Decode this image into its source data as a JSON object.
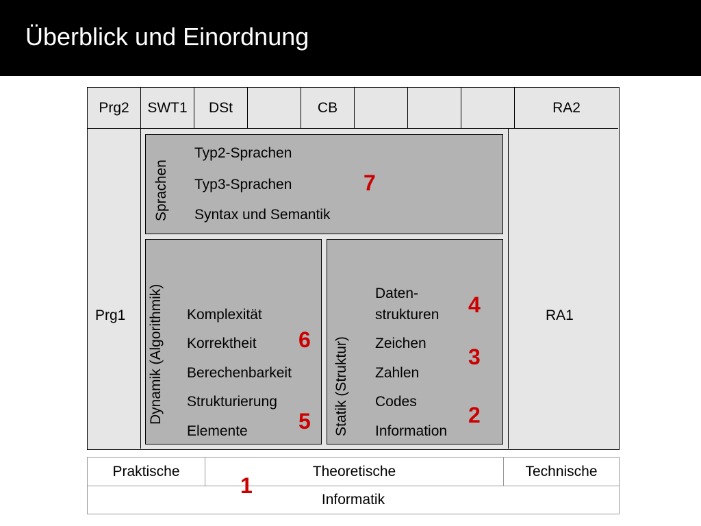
{
  "title": "Überblick und Einordnung",
  "top_row": [
    "Prg2",
    "SWT1",
    "DSt",
    "",
    "CB",
    "",
    "",
    "",
    "RA2"
  ],
  "left_column": "Prg1",
  "right_column": "RA1",
  "sprachen": {
    "label": "Sprachen",
    "items": [
      "Typ2-Sprachen",
      "Typ3-Sprachen",
      "Syntax und Semantik"
    ],
    "number": "7"
  },
  "dynamik": {
    "label": "Dynamik (Algorithmik)",
    "items": [
      "Komplexität",
      "Korrektheit",
      "Berechenbarkeit",
      "Strukturierung",
      "Elemente"
    ],
    "numbers": [
      "6",
      "5"
    ]
  },
  "statik": {
    "label": "Statik (Struktur)",
    "items": [
      "Daten-",
      "strukturen",
      "Zeichen",
      "Zahlen",
      "Codes",
      "Information"
    ],
    "numbers": [
      "4",
      "3",
      "2"
    ]
  },
  "bottom_table": {
    "row1": [
      "Praktische",
      "Theoretische",
      "Technische"
    ],
    "row2": "Informatik",
    "number": "1"
  },
  "colors": {
    "title_bar": "#000000",
    "outer_fill": "#e6e6e6",
    "inner_fill": "#b3b3b3",
    "number_color": "#cc0000"
  }
}
